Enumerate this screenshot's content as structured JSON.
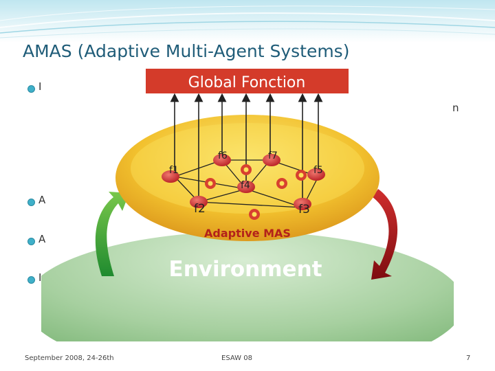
{
  "slide": {
    "title": "AMAS (Adaptive Multi-Agent Systems)",
    "bullets": [
      {
        "text": "I"
      },
      {
        "text": "n"
      },
      {
        "text": "A"
      },
      {
        "text": "A"
      },
      {
        "text": "I"
      }
    ]
  },
  "diagram": {
    "banner": "Global Fonction",
    "functions": [
      "f1",
      "f2",
      "f3",
      "f4",
      "f5",
      "f6",
      "f7"
    ],
    "mas_label": "Adaptive MAS",
    "environment_label": "Environment"
  },
  "footer": {
    "date": "September 2008, 24-26th",
    "event": "ESAW 08",
    "page": "7"
  },
  "colors": {
    "banner_red": "#d43b2a",
    "disc_yellow": "#f2c12e",
    "node_red": "#c6282b",
    "env_green": "#6aa84f",
    "title_blue": "#1f5c78"
  }
}
